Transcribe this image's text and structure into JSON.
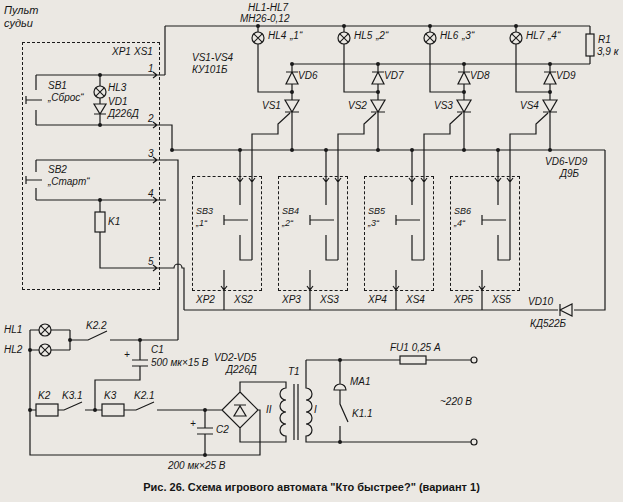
{
  "diagram": {
    "caption": "Рис. 26. Схема игрового автомата \"Кто быстрее?\" (вариант 1)",
    "nodes": [
      {
        "text": [
          "Пульт судьи"
        ]
      },
      {
        "text": [
          "SB3",
          "„1“"
        ]
      },
      {
        "text": [
          "SB4",
          "„2“"
        ]
      },
      {
        "text": [
          "SB5",
          "„3“"
        ]
      },
      {
        "text": [
          "SB6",
          "„4“"
        ]
      }
    ],
    "labels": [
      "HL1-HL7",
      "МН26-0,12",
      "HL4",
      "„1“",
      "HL5",
      "„2“",
      "HL6",
      "„3“",
      "HL7",
      "„4“",
      "R1",
      "3,9 к",
      "VS1-VS4",
      "КУ101Б",
      "VD6",
      "VD7",
      "VD8",
      "VD9",
      "VS1",
      "VS2",
      "VS3",
      "VS4",
      "VD6-VD9",
      "Д9Б",
      "XP1",
      "XS1",
      "1",
      "2",
      "3",
      "4",
      "5",
      "SB1",
      "„Сброс“",
      "SB2",
      "„Старт“",
      "HL3",
      "VD1",
      "Д226Д",
      "K1",
      "XP2",
      "XS2",
      "XP3",
      "XS3",
      "XP4",
      "XS4",
      "XP5",
      "XS5",
      "VD10",
      "КД522Б",
      "HL1",
      "HL2",
      "K2.2",
      "C1",
      "500 мк×15 В",
      "+",
      "K2",
      "K3.1",
      "K3",
      "K2.1",
      "VD2-VD5",
      "Д226Д",
      "T1",
      "II",
      "I",
      "FU1 0,25 А",
      "MA1",
      "K1.1",
      "~220 В",
      "C2",
      "200 мк×25 В",
      "+"
    ]
  }
}
